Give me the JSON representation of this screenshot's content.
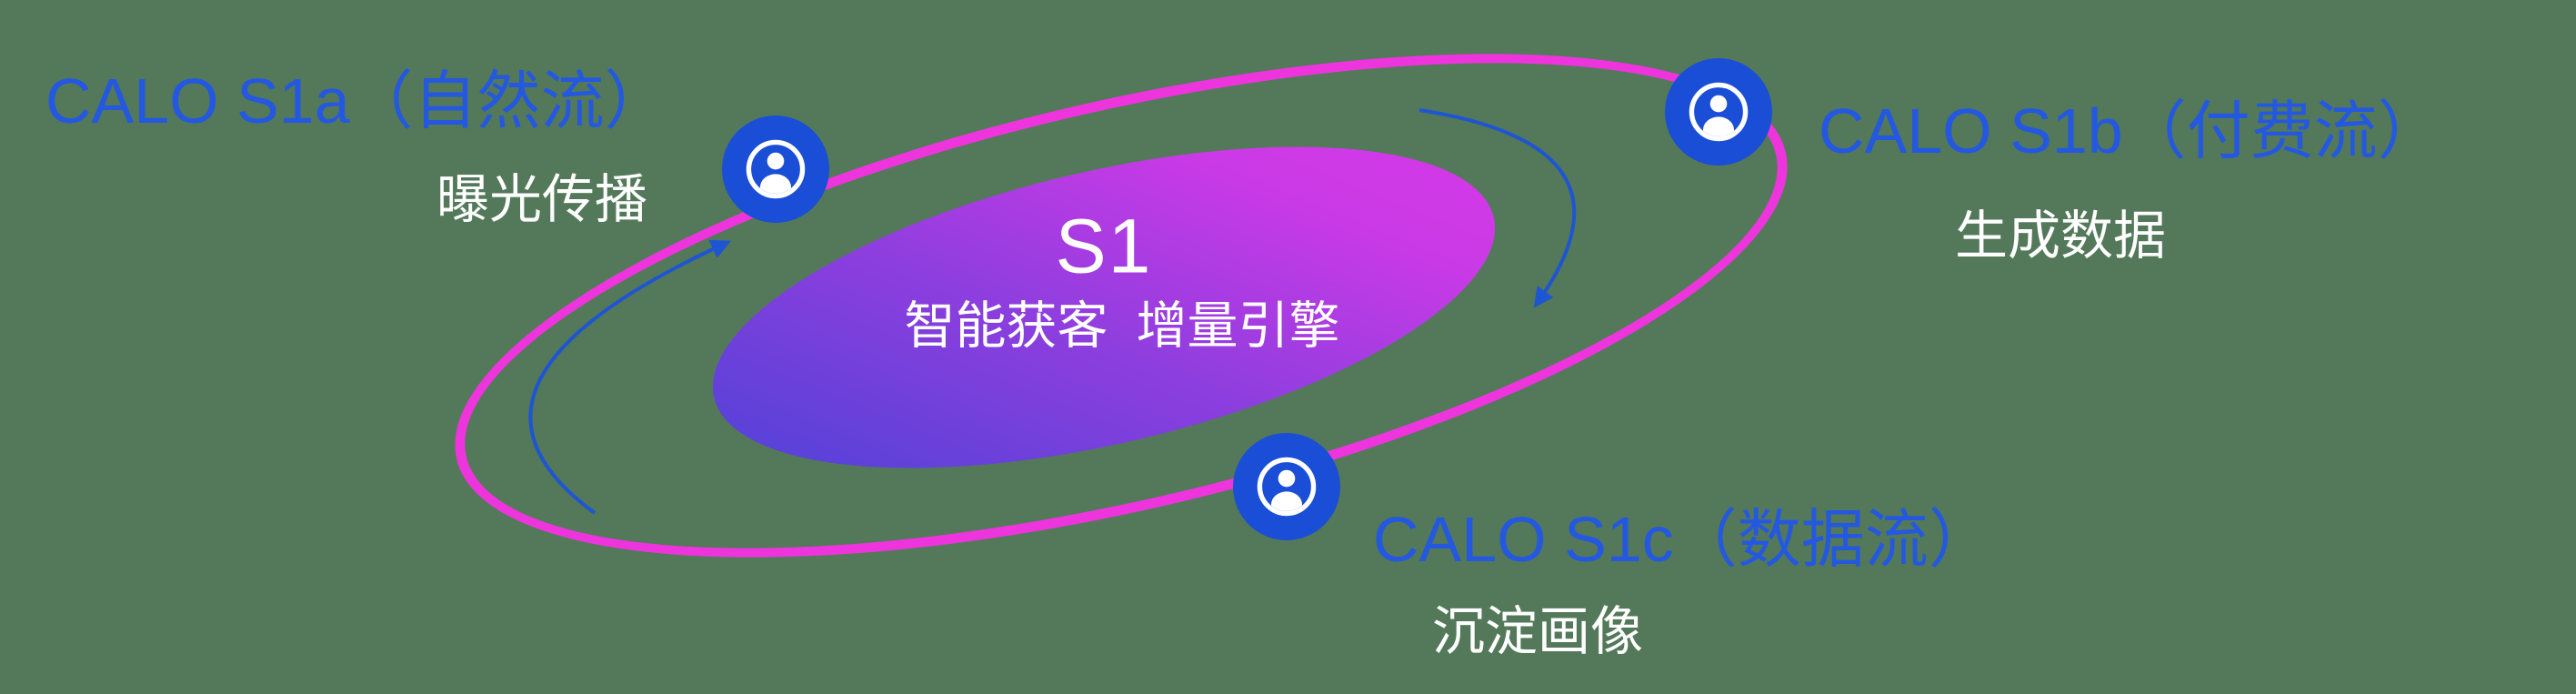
{
  "canvas": {
    "background": "#53795a"
  },
  "colors": {
    "label_blue": "#2458e0",
    "icon_blue": "#1a4ed6",
    "orbit_magenta": "#ee35dd",
    "core_gradient_start": "#4643d6",
    "core_gradient_end": "#da38e8",
    "arrow_blue": "#1e55d2",
    "text_white": "#ffffff"
  },
  "core": {
    "title": "S1",
    "subtitle": "智能获客  增量引擎"
  },
  "nodes": [
    {
      "id": "s1a",
      "label": "CALO S1a（自然流）",
      "sublabel": "曝光传播",
      "icon": "person-circle-icon"
    },
    {
      "id": "s1b",
      "label": "CALO S1b（付费流）",
      "sublabel": "生成数据",
      "icon": "person-circle-icon"
    },
    {
      "id": "s1c",
      "label": "CALO S1c（数据流）",
      "sublabel": "沉淀画像",
      "icon": "person-circle-icon"
    }
  ],
  "arrows": [
    {
      "id": "left-flow-arrow"
    },
    {
      "id": "top-right-flow-arrow"
    }
  ]
}
